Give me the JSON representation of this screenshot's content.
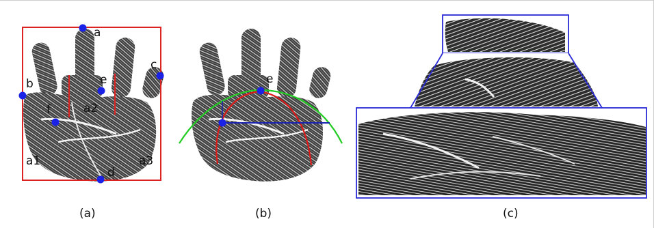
{
  "panels": {
    "a": {
      "caption": "(a)",
      "point_labels": [
        "a",
        "b",
        "c",
        "d",
        "e",
        "f"
      ],
      "region_labels": [
        "a1",
        "a2",
        "a3"
      ]
    },
    "b": {
      "caption": "(b)",
      "point_labels": [
        "e"
      ]
    },
    "c": {
      "caption": "(c)"
    }
  },
  "colors": {
    "bounding_box": "#dd2222",
    "keypoint": "#1a22e6",
    "arc_green": "#22cc22",
    "arc_red": "#dd1a1a",
    "baseline_blue": "#1a22b0",
    "zoom_frame": "#2a2ad6",
    "print_ink": "#2b2b2b"
  }
}
